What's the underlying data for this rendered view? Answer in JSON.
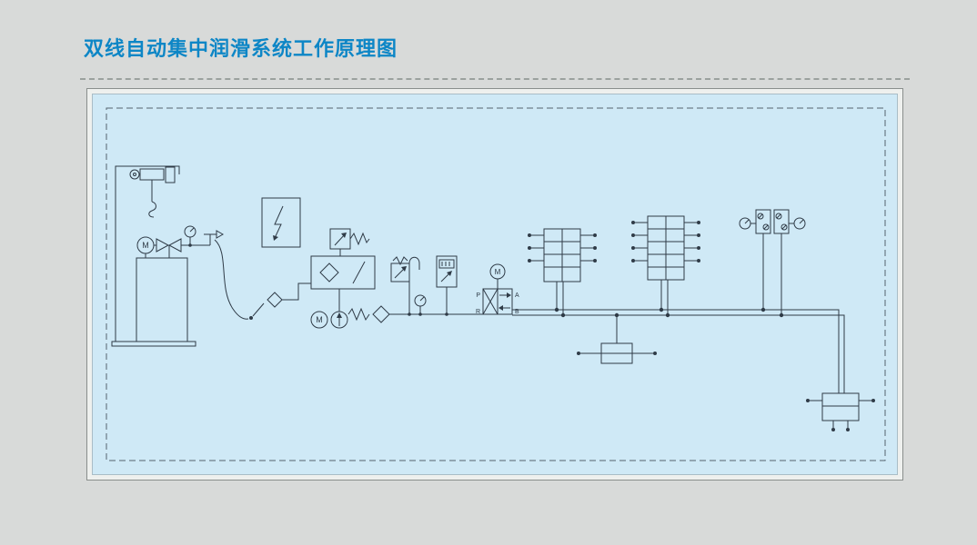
{
  "page": {
    "title": "双线自动集中润滑系统工作原理图"
  },
  "colors": {
    "background": "#d8dad9",
    "title": "#0d86c6",
    "separator": "#9ba19e",
    "panel_frame": "#eef0ee",
    "panel_border": "#898e8c",
    "panel_fill": "#cfe9f6",
    "panel_inner_border": "#a9bdc7",
    "line": "#2f3b47",
    "dashed_border": "#55636e"
  },
  "labels": {
    "motor": "M",
    "p": "P",
    "a": "A",
    "r": "R",
    "b": "B"
  }
}
